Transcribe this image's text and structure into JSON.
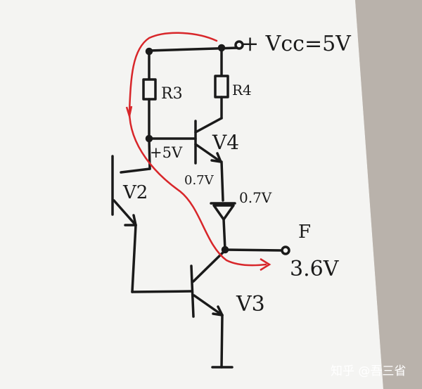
{
  "labels": {
    "supply": "+ Vcc=5V",
    "r3": "R3",
    "r4": "R4",
    "v_5v": "+5V",
    "v4": "V4",
    "v_07_a": "0.7V",
    "v_07_b": "0.7V",
    "v2": "V2",
    "out_node": "F",
    "v_out": "3.6V",
    "v3": "V3"
  },
  "watermark": "知乎 @吾三省",
  "colors": {
    "ink": "#1a1a1a",
    "current_arrow": "#d8262a",
    "paper": "#f4f4f2",
    "background": "#cfc9c2"
  }
}
